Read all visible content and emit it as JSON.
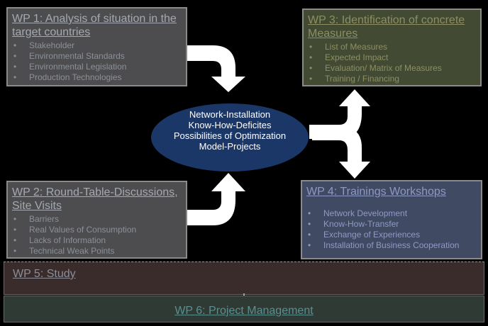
{
  "wp1": {
    "title": "WP 1: Analysis of situation in the target countries",
    "items": [
      "Stakeholder",
      "Environmental Standards",
      "Environmental Legislation",
      "Production Technologies"
    ]
  },
  "wp2": {
    "title": "WP 2: Round-Table-Discussions, Site Visits",
    "items": [
      "Barriers",
      "Real Values of Consumption",
      "Lacks of Information",
      "Technical Weak Points"
    ]
  },
  "wp3": {
    "title": "WP 3: Identification of concrete Measures",
    "items": [
      "List of Measures",
      "Expected Impact",
      "Evaluation/ Matrix of Measures",
      "Training / Financing"
    ]
  },
  "wp4": {
    "title": "WP 4: Trainings Workshops",
    "items": [
      "Network Development",
      "Know-How-Transfer",
      "Exchange of Experiences",
      "Installation of Business Cooperation"
    ]
  },
  "center": {
    "lines": [
      "Network-Installation",
      "Know-How-Deficites",
      "Possibilities of Optimization",
      "Model-Projects"
    ]
  },
  "wp5": {
    "title": "WP 5: Study"
  },
  "wp6": {
    "title": "WP 6: Project Management"
  },
  "colors": {
    "ellipse": "#1b3767",
    "wp1": "#4d4d4f",
    "wp3": "#424a34",
    "wp4": "#414a63",
    "wp5": "#3a2c2a",
    "wp6": "#2e3a33",
    "arrow": "#ffffff"
  }
}
